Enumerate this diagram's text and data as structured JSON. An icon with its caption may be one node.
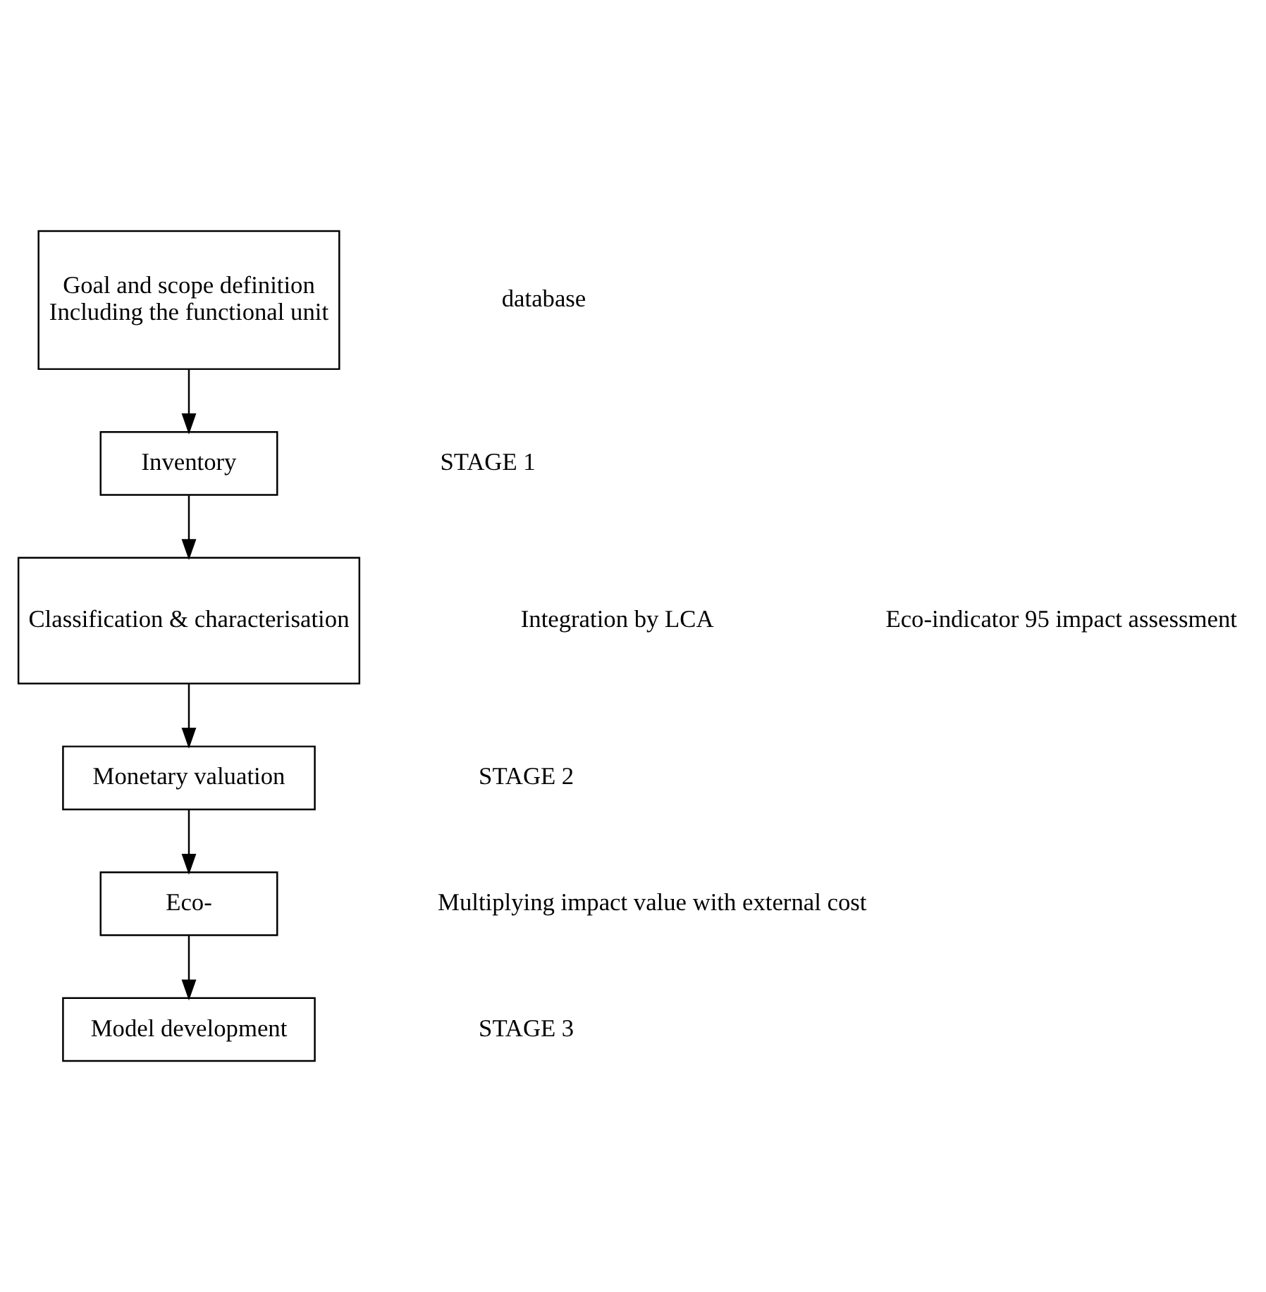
{
  "diagram": {
    "nodes": [
      {
        "text": [
          "Goal and scope definition",
          "Including the functional unit"
        ]
      },
      {
        "text": [
          "Inventory"
        ]
      },
      {
        "text": [
          "Classification & characterisation"
        ]
      },
      {
        "text": [
          "Monetary valuation"
        ]
      },
      {
        "text": [
          "Eco-"
        ]
      },
      {
        "text": [
          "Model development"
        ]
      }
    ],
    "edges": [
      {
        "from": 0,
        "to": 1,
        "arrow": "to"
      },
      {
        "from": 1,
        "to": 2,
        "arrow": "to"
      },
      {
        "from": 2,
        "to": 3,
        "arrow": "to"
      },
      {
        "from": 3,
        "to": 4,
        "arrow": "to"
      },
      {
        "from": 4,
        "to": 5,
        "arrow": "to"
      }
    ],
    "labels": [
      "database",
      "STAGE 1",
      "Integration by LCA",
      "Eco-indicator 95 impact assessment",
      "STAGE 2",
      "Multiplying impact value with external cost",
      "STAGE 3"
    ]
  }
}
